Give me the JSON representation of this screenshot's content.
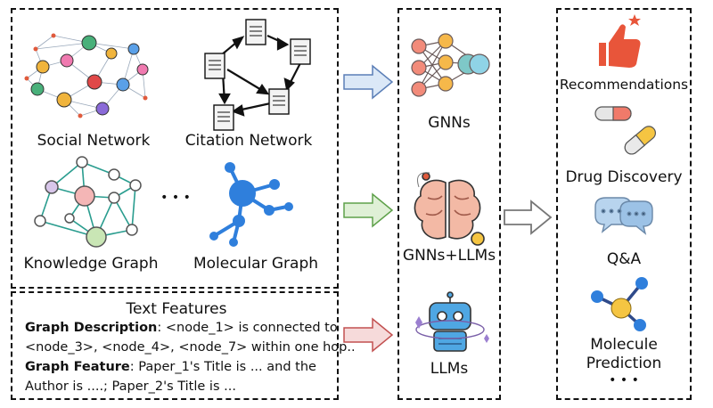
{
  "inputs": {
    "social": "Social Network",
    "citation": "Citation Network",
    "knowledge": "Knowledge Graph",
    "molecular": "Molecular Graph",
    "ellipsis": "• • •"
  },
  "text_features": {
    "title": "Text Features",
    "desc_label": "Graph Description",
    "desc_line1_rest": ": <node_1> is connected to",
    "desc_line2": "<node_3>, <node_4>, <node_7> within one hop..",
    "feat_label": "Graph Feature",
    "feat_line1_rest": ": Paper_1's Title is ... and the",
    "feat_line2": "Author is ....;  Paper_2's Title  is ..."
  },
  "models": {
    "gnns": "GNNs",
    "gnns_llms": "GNNs+LLMs",
    "llms": "LLMs"
  },
  "applications": {
    "recommendations": "Recommendations",
    "drug": "Drug Discovery",
    "qa": "Q&A",
    "molecule_line1": "Molecule",
    "molecule_line2": "Prediction",
    "ellipsis": "• • •"
  },
  "colors": {
    "arrow_blue": "#dbe8f7",
    "arrow_green": "#dff0d6",
    "arrow_red": "#f6dada",
    "arrow_gray": "#ffffff",
    "recommend_orange": "#e8553a",
    "qa_blue": "#b8d4ee",
    "molecule_blue": "#2f7fdc",
    "molecule_center": "#f5c542"
  }
}
